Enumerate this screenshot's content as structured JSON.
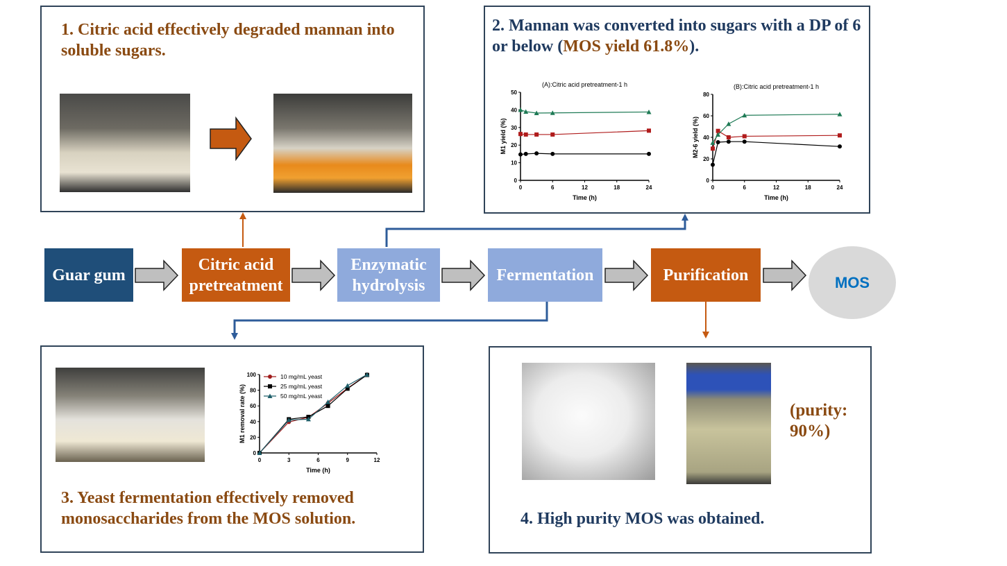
{
  "panel1": {
    "title": "1. Citric acid effectively degraded mannan into soluble sugars."
  },
  "panel2": {
    "title_a": "2. Mannan was converted into sugars with a DP of 6 or below (",
    "title_highlight": "MOS yield 61.8%",
    "title_b": ")."
  },
  "panel3": {
    "title": "3. Yeast fermentation effectively removed monosaccharides from the MOS solution."
  },
  "panel4": {
    "title": "4. High purity MOS was obtained.",
    "purity": "(purity: 90%)"
  },
  "flow": {
    "steps": [
      "Guar gum",
      "Citric acid pretreatment",
      "Enzymatic hydrolysis",
      "Fermentation",
      "Purification"
    ],
    "product": "MOS"
  },
  "colors": {
    "navy": "#1f4e79",
    "orange": "#c55a11",
    "lightblue": "#8faadc",
    "brown": "#8a4a12",
    "mos": "#0070c0"
  },
  "chart_data": [
    {
      "type": "line",
      "title": "(A):Citric acid pretreatment-1 h",
      "xlabel": "Time (h)",
      "ylabel": "M1 yield (%)",
      "xlim": [
        0,
        24
      ],
      "ylim": [
        0,
        50
      ],
      "xticks": [
        0,
        6,
        12,
        18,
        24
      ],
      "yticks": [
        0,
        10,
        20,
        30,
        40,
        50
      ],
      "x": [
        0,
        1,
        3,
        6,
        24
      ],
      "series": [
        {
          "name": "black",
          "color": "#000000",
          "marker": "circle",
          "values": [
            14.7,
            15,
            15.3,
            15,
            15
          ]
        },
        {
          "name": "red",
          "color": "#b01c1c",
          "marker": "square",
          "values": [
            26.3,
            26,
            26,
            26,
            28.2
          ]
        },
        {
          "name": "green",
          "color": "#1e7a55",
          "marker": "triangle",
          "values": [
            40,
            39,
            38.2,
            38.3,
            38.8
          ]
        }
      ]
    },
    {
      "type": "line",
      "title": "(B):Citric acid pretreatment-1 h",
      "xlabel": "Time (h)",
      "ylabel": "M2-6 yield (%)",
      "xlim": [
        0,
        24
      ],
      "ylim": [
        0,
        80
      ],
      "xticks": [
        0,
        6,
        12,
        18,
        24
      ],
      "yticks": [
        0,
        20,
        40,
        60,
        80
      ],
      "x": [
        0,
        1,
        3,
        6,
        24
      ],
      "series": [
        {
          "name": "black",
          "color": "#000000",
          "marker": "circle",
          "values": [
            14.5,
            35.5,
            36,
            36,
            31.5
          ]
        },
        {
          "name": "red",
          "color": "#b01c1c",
          "marker": "square",
          "values": [
            29.5,
            46,
            40,
            41,
            41.8
          ]
        },
        {
          "name": "green",
          "color": "#1e7a55",
          "marker": "triangle",
          "values": [
            35,
            42.5,
            52.5,
            60.5,
            61.5
          ]
        }
      ]
    },
    {
      "type": "line",
      "title": "",
      "xlabel": "Time (h)",
      "ylabel": "M1 removal rate (%)",
      "xlim": [
        0,
        12
      ],
      "ylim": [
        0,
        100
      ],
      "xticks": [
        0,
        3,
        6,
        9,
        12
      ],
      "yticks": [
        0,
        20,
        40,
        60,
        80,
        100
      ],
      "legend": "top-left",
      "x": [
        0,
        3,
        5,
        7,
        9,
        11
      ],
      "series": [
        {
          "name": "10 mg/mL yeast",
          "color": "#a01c1c",
          "marker": "circle",
          "values": [
            0,
            39.5,
            45.5,
            63.5,
            82.5,
            100
          ]
        },
        {
          "name": "25 mg/mL yeast",
          "color": "#000000",
          "marker": "square",
          "values": [
            0,
            43,
            46,
            60,
            82,
            99.5
          ]
        },
        {
          "name": "50 mg/mL yeast",
          "color": "#1f5f6a",
          "marker": "triangle",
          "values": [
            0,
            42,
            43,
            65,
            86,
            100
          ]
        }
      ]
    }
  ]
}
